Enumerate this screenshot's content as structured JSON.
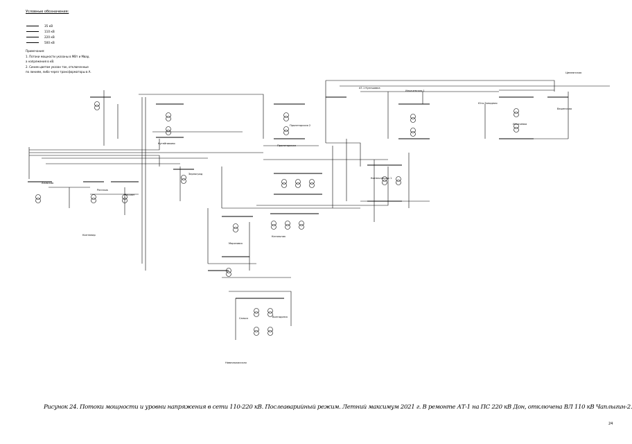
{
  "legend": {
    "title": "Условные обозначения:",
    "items": [
      {
        "label": "35 кВ"
      },
      {
        "label": "110 кВ"
      },
      {
        "label": "220 кВ"
      },
      {
        "label": "500 кВ"
      }
    ]
  },
  "notes": {
    "title": "Примечания:",
    "lines": [
      "1. Потоки мощности указаны в МВт и Мвар,",
      "   а напряжения в кВ.",
      "2. Синим цветом указан ток, отключенные",
      "   по линиям, либо через трансформаторы в А."
    ]
  },
  "substations": {
    "s1": "Кутейниково",
    "s2": "Азовская",
    "s3": "Пролетарская",
    "s4": "Пролетарская 2",
    "s5": "АТ-1 Кулешовка",
    "s6": "Ильичевская 1",
    "s7": "Котельниково 1",
    "s8": "Зерноград",
    "s9": "Юго-Западная",
    "s10": "Вешенская",
    "s11": "Цимлянская",
    "s12": "Морозовск",
    "s13": "Сальск",
    "s14": "Россошь",
    "s15": "Рассвет",
    "s16": "Кантемир",
    "s17": "Ильичевка",
    "s18": "Кагальник",
    "s19": "Волгодонск",
    "s20": "Новочеркасская"
  },
  "caption": "Рисунок 24. Потоки мощности и уровни напряжения в сети 110-220 кВ. Послеаварийный режим. Летний максимум  2021  г. В ремонте АТ-1 на ПС 220 кВ Дон, отключена ВЛ 110 кВ Чаплыгин-2.",
  "page_number": "24"
}
